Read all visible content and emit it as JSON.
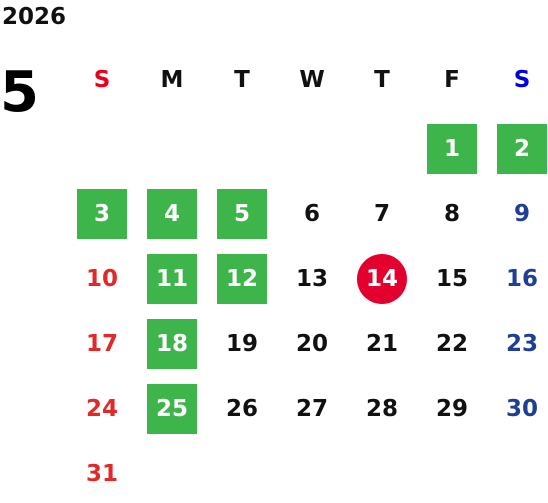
{
  "calendar": {
    "year": "2026",
    "month": "5",
    "weekdays": [
      "S",
      "M",
      "T",
      "W",
      "T",
      "F",
      "S"
    ],
    "colors": {
      "sunday_header": "#e8001c",
      "saturday_header": "#0000e0",
      "sunday_date": "#e02a2a",
      "saturday_date": "#1f3f95",
      "weekday_date": "#111111",
      "holiday_bg": "#3db54a",
      "today_bg": "#e3002e"
    },
    "days": [
      {
        "d": "1",
        "dow": 5,
        "week": 0,
        "holiday": true
      },
      {
        "d": "2",
        "dow": 6,
        "week": 0,
        "holiday": true
      },
      {
        "d": "3",
        "dow": 0,
        "week": 1,
        "holiday": true
      },
      {
        "d": "4",
        "dow": 1,
        "week": 1,
        "holiday": true
      },
      {
        "d": "5",
        "dow": 2,
        "week": 1,
        "holiday": true
      },
      {
        "d": "6",
        "dow": 3,
        "week": 1
      },
      {
        "d": "7",
        "dow": 4,
        "week": 1
      },
      {
        "d": "8",
        "dow": 5,
        "week": 1
      },
      {
        "d": "9",
        "dow": 6,
        "week": 1
      },
      {
        "d": "10",
        "dow": 0,
        "week": 2
      },
      {
        "d": "11",
        "dow": 1,
        "week": 2,
        "holiday": true
      },
      {
        "d": "12",
        "dow": 2,
        "week": 2,
        "holiday": true
      },
      {
        "d": "13",
        "dow": 3,
        "week": 2
      },
      {
        "d": "14",
        "dow": 4,
        "week": 2,
        "today": true
      },
      {
        "d": "15",
        "dow": 5,
        "week": 2
      },
      {
        "d": "16",
        "dow": 6,
        "week": 2
      },
      {
        "d": "17",
        "dow": 0,
        "week": 3
      },
      {
        "d": "18",
        "dow": 1,
        "week": 3,
        "holiday": true
      },
      {
        "d": "19",
        "dow": 2,
        "week": 3
      },
      {
        "d": "20",
        "dow": 3,
        "week": 3
      },
      {
        "d": "21",
        "dow": 4,
        "week": 3
      },
      {
        "d": "22",
        "dow": 5,
        "week": 3
      },
      {
        "d": "23",
        "dow": 6,
        "week": 3
      },
      {
        "d": "24",
        "dow": 0,
        "week": 4
      },
      {
        "d": "25",
        "dow": 1,
        "week": 4,
        "holiday": true
      },
      {
        "d": "26",
        "dow": 2,
        "week": 4
      },
      {
        "d": "27",
        "dow": 3,
        "week": 4
      },
      {
        "d": "28",
        "dow": 4,
        "week": 4
      },
      {
        "d": "29",
        "dow": 5,
        "week": 4
      },
      {
        "d": "30",
        "dow": 6,
        "week": 4
      },
      {
        "d": "31",
        "dow": 0,
        "week": 5
      }
    ]
  }
}
